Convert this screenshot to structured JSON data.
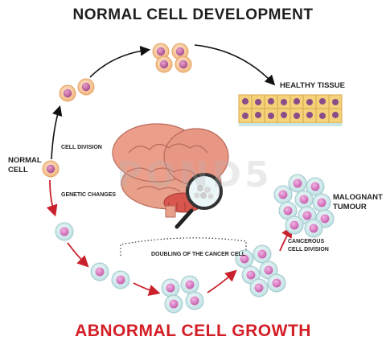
{
  "titles": {
    "top": "NORMAL CELL DEVELOPMENT",
    "bottom": "ABNORMAL CELL GROWTH"
  },
  "labels": {
    "normal_cell": "NORMAL CELL",
    "cell_division": "CELL DIVISION",
    "genetic_changes": "GENETIC CHANGES",
    "healthy_tissue": "HEALTHY TISSUE",
    "doubling": "DOUBLING OF THE CANCER CELL",
    "cancerous_division": "CANCEROUS CELL DIVISION",
    "malignant_tumour": "MALOGNANT TUMOUR"
  },
  "watermark": "POND5",
  "colors": {
    "normal_cell_outer": "#f6c89a",
    "normal_cell_nucleus": "#c76aa6",
    "cancer_cell_outer": "#d8eef0",
    "cancer_cell_nucleus": "#d97cc4",
    "normal_arrow": "#111111",
    "abnormal_arrow": "#c9212b",
    "tissue": "#f4d27a",
    "brain": "#e8a08a"
  }
}
